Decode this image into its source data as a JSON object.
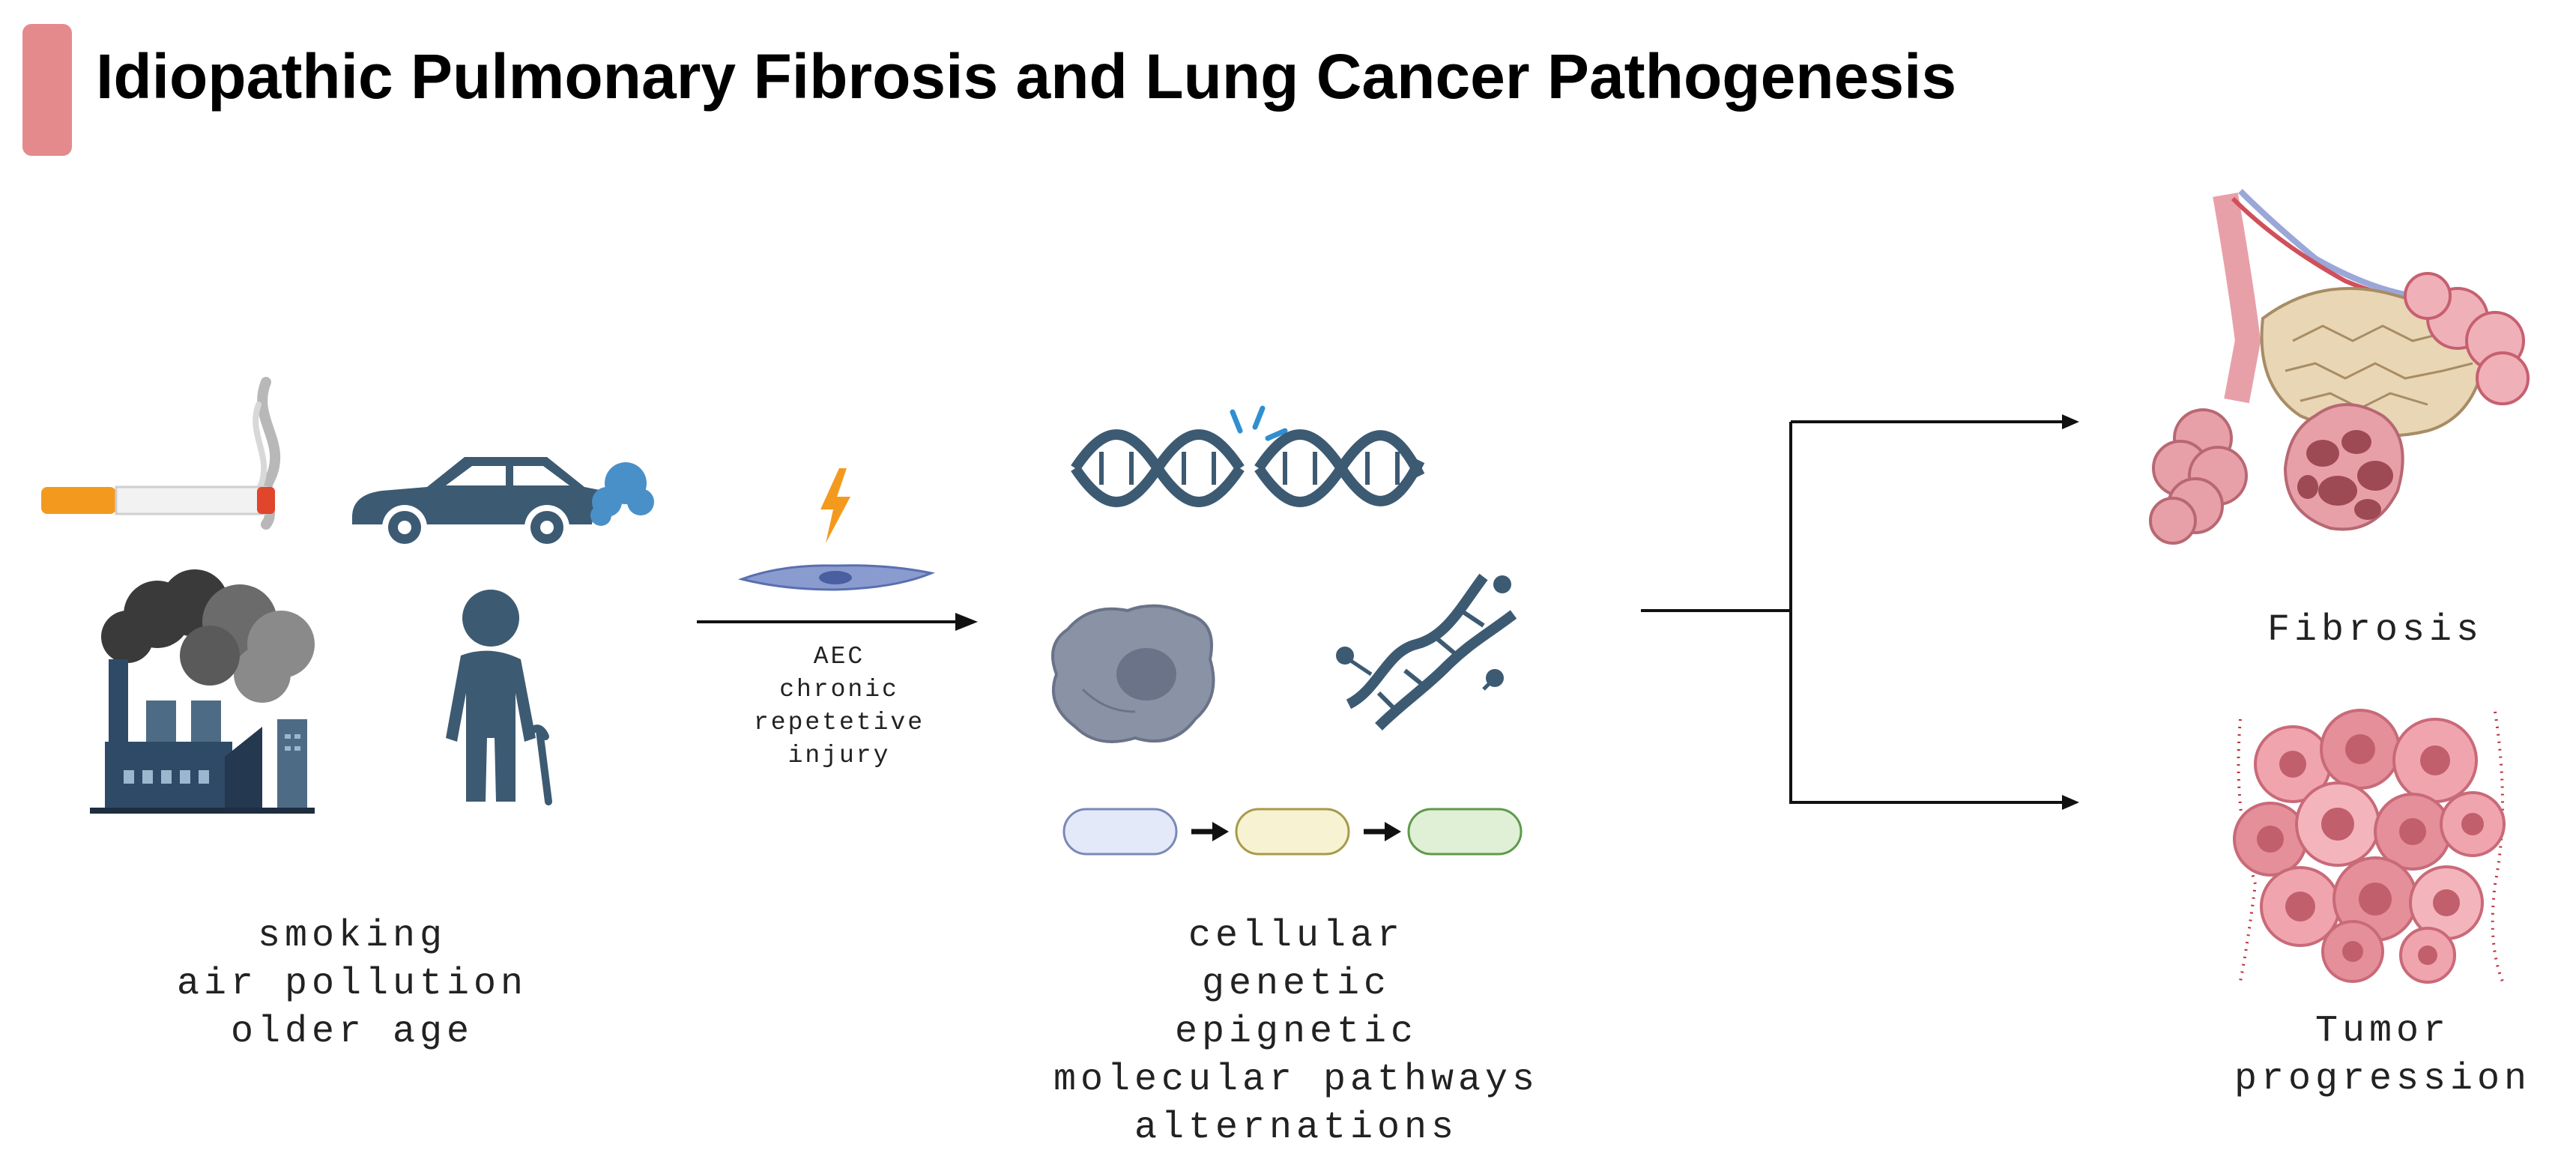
{
  "header": {
    "title": "Idiopathic Pulmonary Fibrosis and Lung Cancer Pathogenesis",
    "accent_color": "#e58a8c"
  },
  "risk_factors": {
    "lines": [
      "smoking",
      "air pollution",
      "older age"
    ],
    "icons": [
      "cigarette-icon",
      "car-exhaust-icon",
      "factory-smoke-icon",
      "elderly-person-icon"
    ]
  },
  "injury": {
    "lines": [
      "AEC",
      "chronic",
      "repetetive",
      "injury"
    ],
    "icons": [
      "lightning-icon",
      "epithelial-cell-icon"
    ]
  },
  "alterations": {
    "lines": [
      "cellular",
      "genetic",
      "epignetic",
      "molecular pathways",
      "alternations"
    ],
    "icons": [
      "dna-helix-icon",
      "cell-icon",
      "dna-molecule-icon",
      "pathway-pills-icon"
    ]
  },
  "outcomes": {
    "fibrosis": "Fibrosis",
    "tumor_lines": [
      "Tumor",
      "progression"
    ],
    "icons": [
      "fibrotic-lung-icon",
      "tumor-cells-icon"
    ]
  },
  "colors": {
    "icon_blue": "#3d5a73",
    "cell_gray": "#8a93a6",
    "pink": "#e8a0a8",
    "dark_pink": "#9e4a55",
    "beige": "#e8d6b5"
  }
}
